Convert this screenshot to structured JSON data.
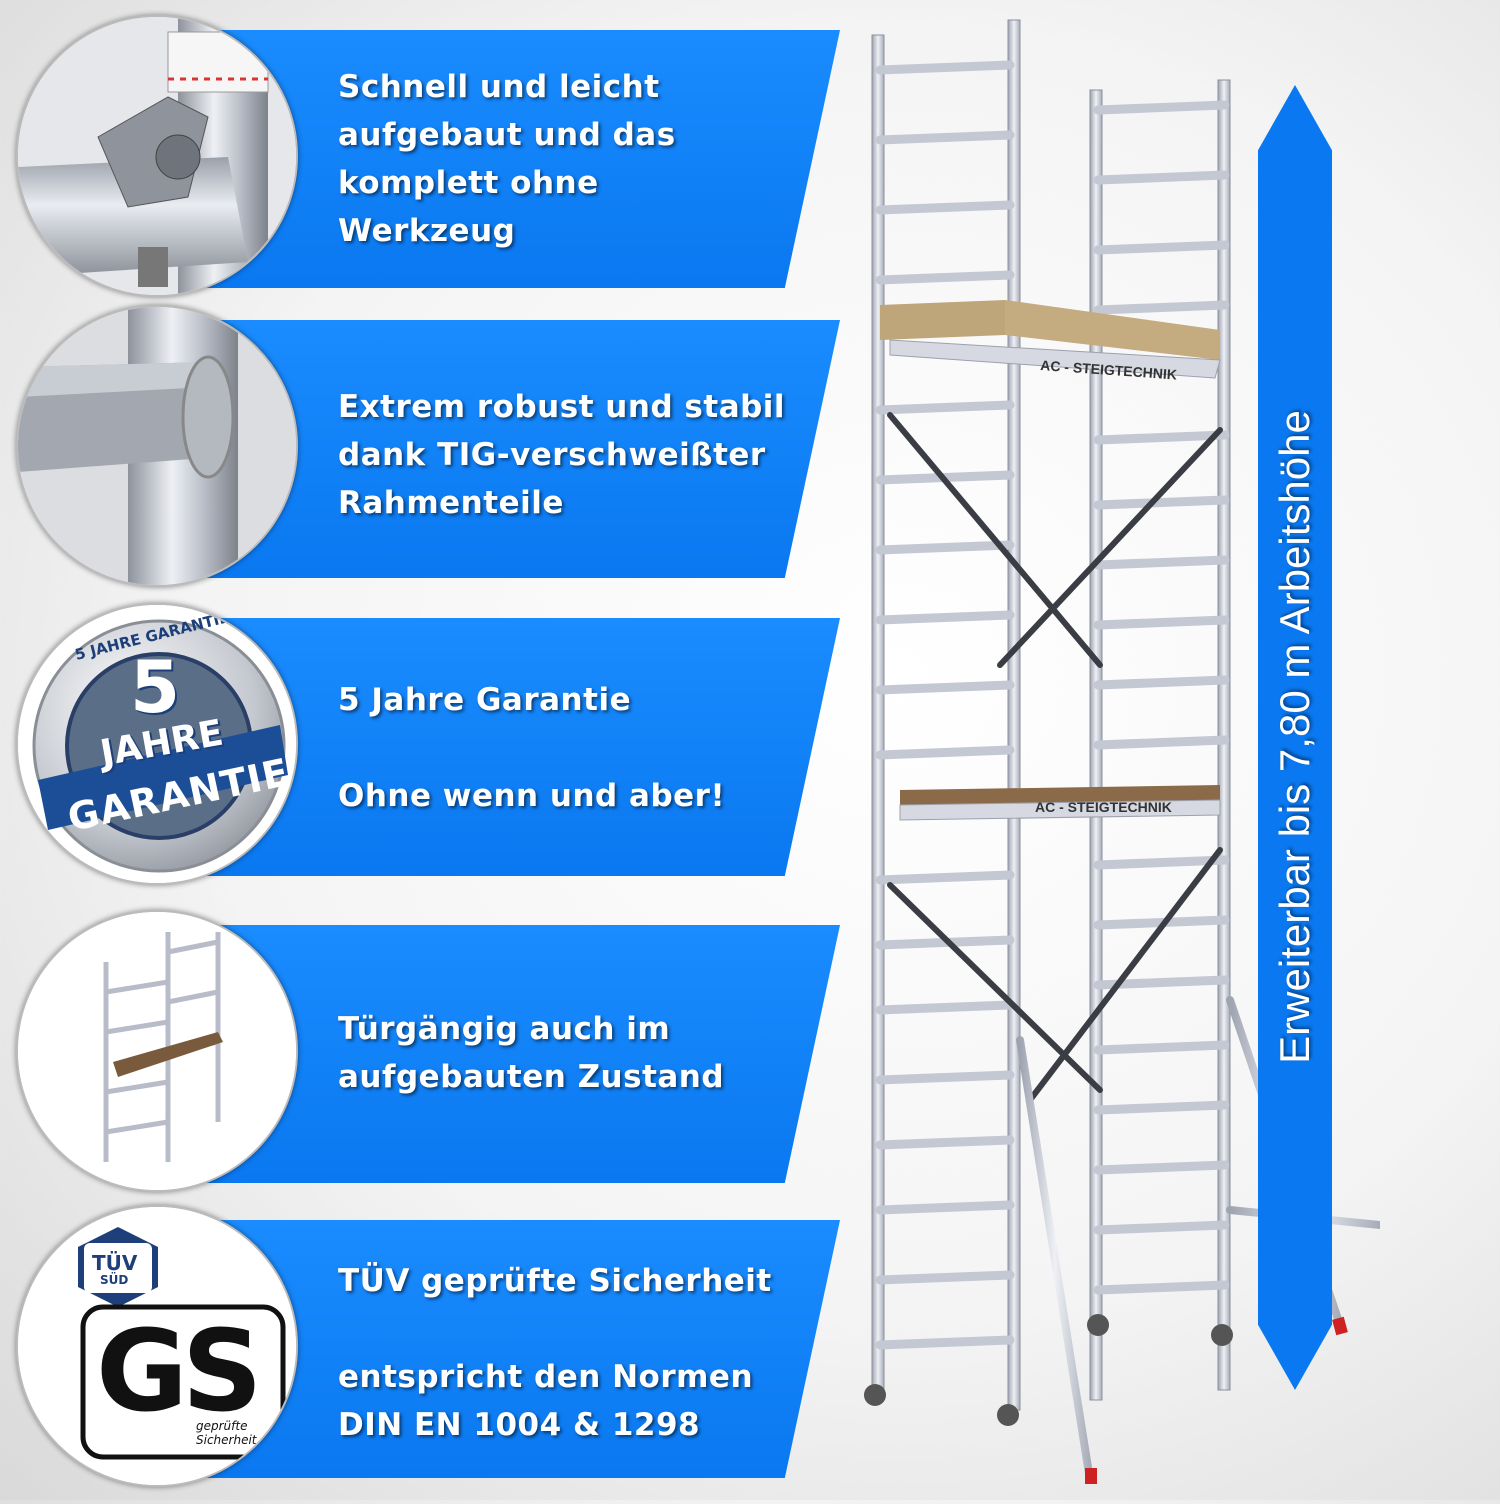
{
  "features": [
    {
      "lines": [
        "Schnell und leicht",
        "aufgebaut und das",
        "komplett ohne",
        "Werkzeug"
      ]
    },
    {
      "lines": [
        "Extrem robust und stabil",
        "dank TIG-verschweißter",
        "Rahmenteile"
      ]
    },
    {
      "lines": [
        "5 Jahre Garantie",
        "",
        "Ohne wenn und aber!"
      ]
    },
    {
      "lines": [
        "Türgängig auch im",
        "aufgebauten Zustand"
      ]
    },
    {
      "lines": [
        "TÜV geprüfte Sicherheit",
        "",
        "entspricht den Normen",
        "DIN EN 1004 & 1298"
      ]
    }
  ],
  "badge": {
    "ring_text": "5 JAHRE GARANTIE",
    "number": "5",
    "word1": "JAHRE",
    "word2": "GARANTIE"
  },
  "tuv": {
    "line1": "TÜV",
    "line2": "SÜD",
    "gs": "GS",
    "caption1": "geprüfte",
    "caption2": "Sicherheit"
  },
  "tower": {
    "brand1": "AC - STEIGTECHNIK",
    "brand2": "AC - STEIGTECHNIK"
  },
  "ribbon": {
    "text": "Erweiterbar bis 7,80 m Arbeitshöhe"
  },
  "colors": {
    "banner_blue": "#0a78f0",
    "aluminium": "#c9ccd6",
    "wood": "#b89a6a"
  }
}
